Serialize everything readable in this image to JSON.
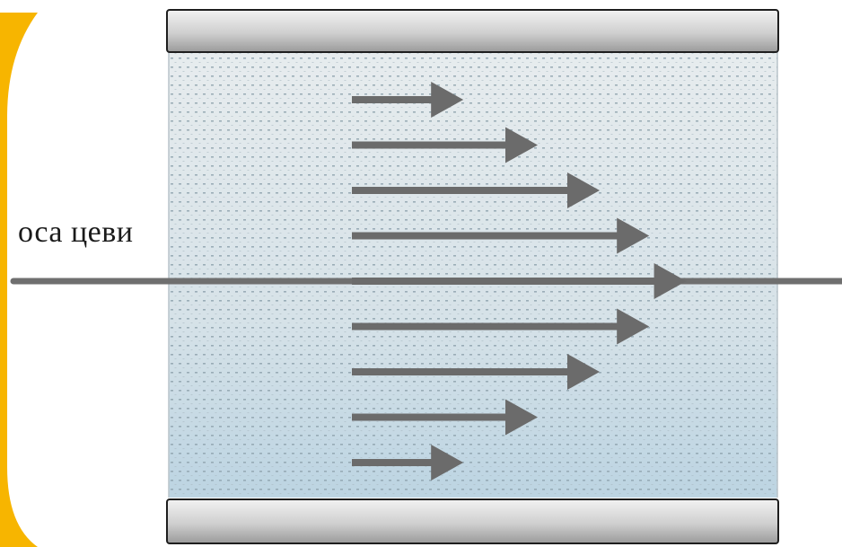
{
  "diagram": {
    "axis_label": "оса цеви",
    "flow_profile": [
      0.45,
      0.75,
      1.0,
      1.2,
      1.35,
      1.2,
      1.0,
      0.75,
      0.45
    ]
  },
  "colors": {
    "accent_frame": "#f7b500",
    "pipe_wall_light": "#f2f2f2",
    "pipe_wall_dark": "#9a9a9a",
    "fluid_top": "#e7ecee",
    "fluid_bottom": "#bcd4e2",
    "dots": "#8fa3ae",
    "arrow": "#6b6b6b",
    "axis_line": "#6f6f6f"
  }
}
